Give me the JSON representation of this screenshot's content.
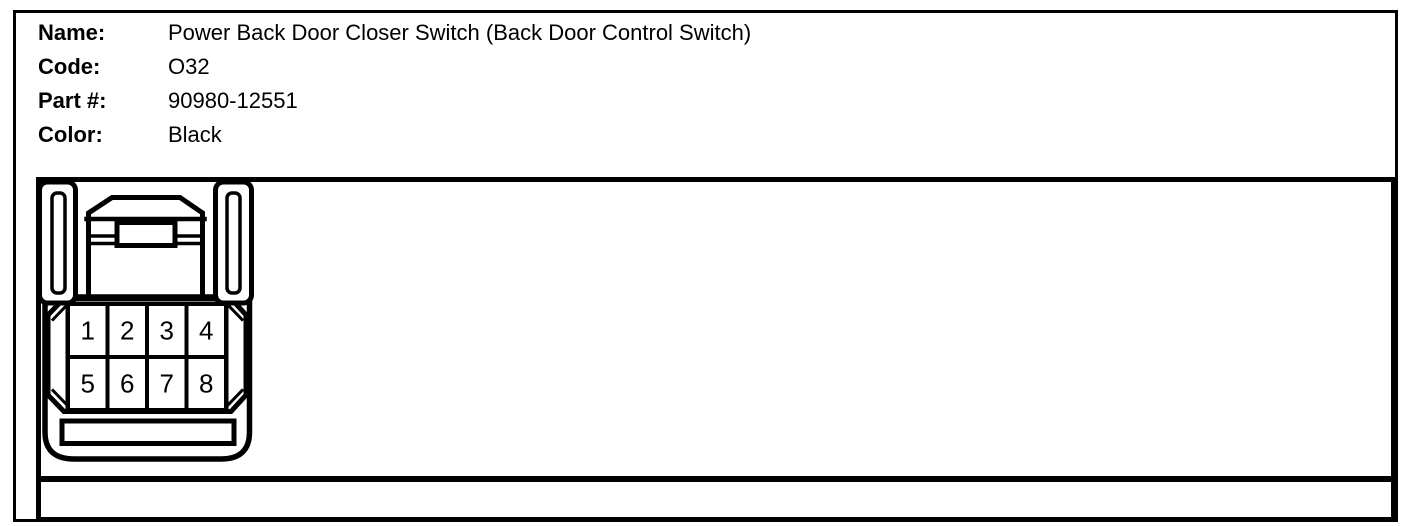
{
  "header": {
    "fields": [
      {
        "label": "Name:",
        "value": "Power Back Door Closer Switch (Back Door Control Switch)"
      },
      {
        "label": "Code:",
        "value": "O32"
      },
      {
        "label": "Part #:",
        "value": "90980-12551"
      },
      {
        "label": "Color:",
        "value": "Black"
      }
    ]
  },
  "connector": {
    "view": "8-pin connector, front view, 2 rows x 4 columns",
    "rows": 2,
    "cols": 4,
    "pins": [
      "1",
      "2",
      "3",
      "4",
      "5",
      "6",
      "7",
      "8"
    ]
  },
  "colors": {
    "ink": "#000000",
    "paper": "#ffffff"
  }
}
